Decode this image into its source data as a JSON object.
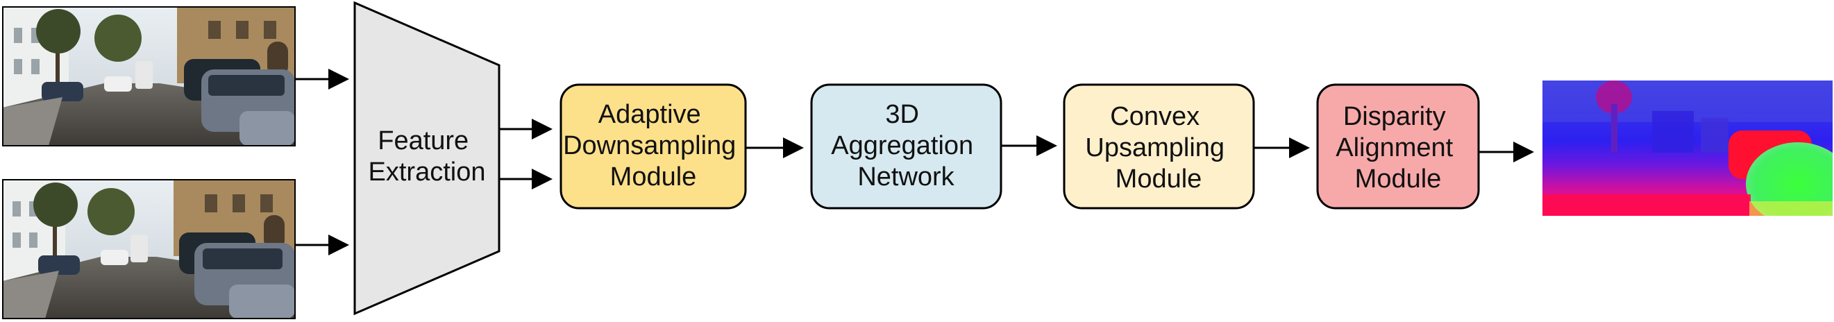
{
  "nodes": {
    "feature_extraction": {
      "lines": [
        "Feature",
        "Extraction"
      ],
      "fill": "#e6e6e6"
    },
    "adaptive_downsampling": {
      "lines": [
        "Adaptive",
        "Downsampling",
        "Module"
      ],
      "fill": "#fde08a"
    },
    "aggregation_3d": {
      "lines": [
        "3D",
        "Aggregation",
        "Network"
      ],
      "fill": "#d6e9f0"
    },
    "convex_upsampling": {
      "lines": [
        "Convex",
        "Upsampling",
        "Module"
      ],
      "fill": "#fff0cc"
    },
    "disparity_alignment": {
      "lines": [
        "Disparity",
        "Alignment",
        "Module"
      ],
      "fill": "#f7a9a9"
    }
  },
  "images": {
    "left_input": "street-scene-photo",
    "right_input": "street-scene-photo",
    "output": "disparity-map"
  },
  "colors": {
    "stroke": "#000000",
    "arrow": "#000000"
  }
}
